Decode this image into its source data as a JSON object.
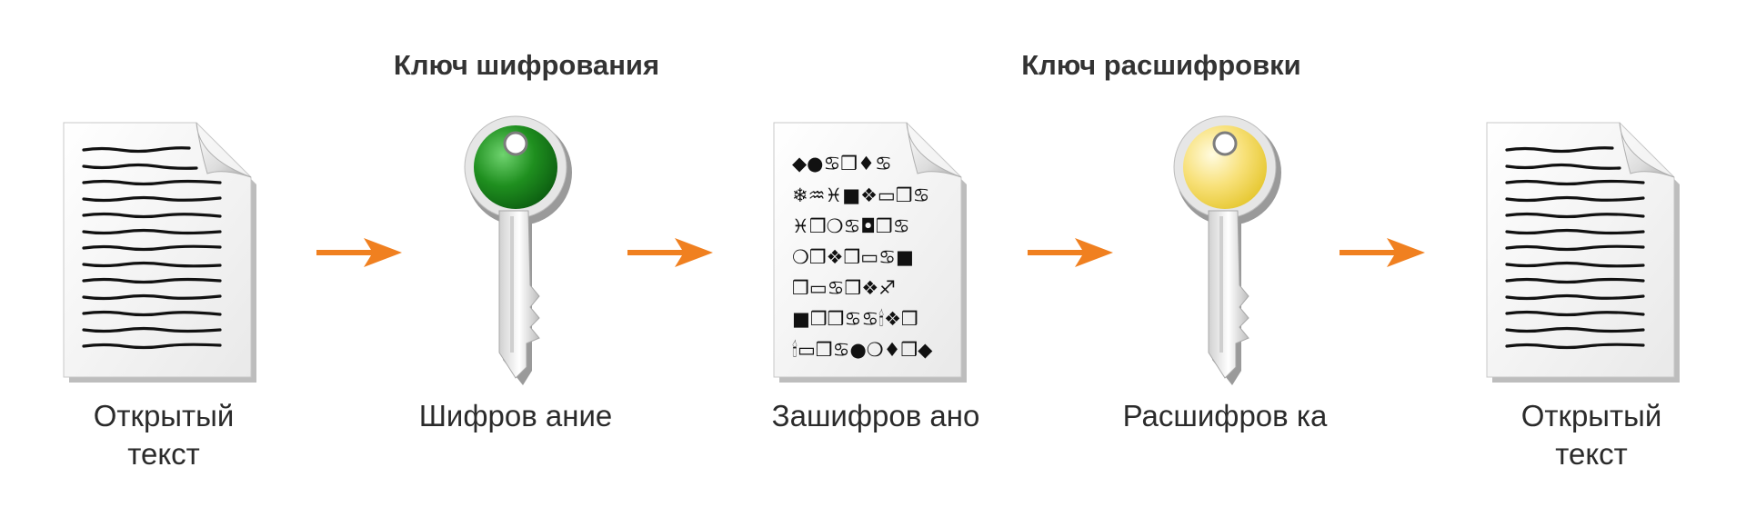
{
  "diagram": {
    "headings": {
      "encryption_key": "Ключ шифрования",
      "decryption_key": "Ключ расшифровки"
    },
    "steps": [
      {
        "label_lines": [
          "Открытый",
          "текст"
        ],
        "kind": "document-plain"
      },
      {
        "label_lines": [
          "Шифров ание"
        ],
        "kind": "key",
        "color": "#1f8f1f"
      },
      {
        "label_lines": [
          "Зашифров ано"
        ],
        "kind": "document-cipher"
      },
      {
        "label_lines": [
          "Расшифров ка"
        ],
        "kind": "key",
        "color": "#f2d23a"
      },
      {
        "label_lines": [
          "Открытый",
          "текст"
        ],
        "kind": "document-plain"
      }
    ],
    "cipher_rows": [
      "◆●♋❒♦♋",
      "❄♒♓■❖▭❒♋",
      "♓❒❍♋◘❒♋",
      "❍❒❖❒▭♋■",
      "❒▭♋❒❖♐",
      "■❒❒♋♋🕯❖❒",
      "🕯▭❒♋●❍♦❒◆"
    ],
    "arrow_color": "#f08020",
    "icons": [
      "document-icon",
      "key-icon",
      "arrow-icon"
    ]
  }
}
